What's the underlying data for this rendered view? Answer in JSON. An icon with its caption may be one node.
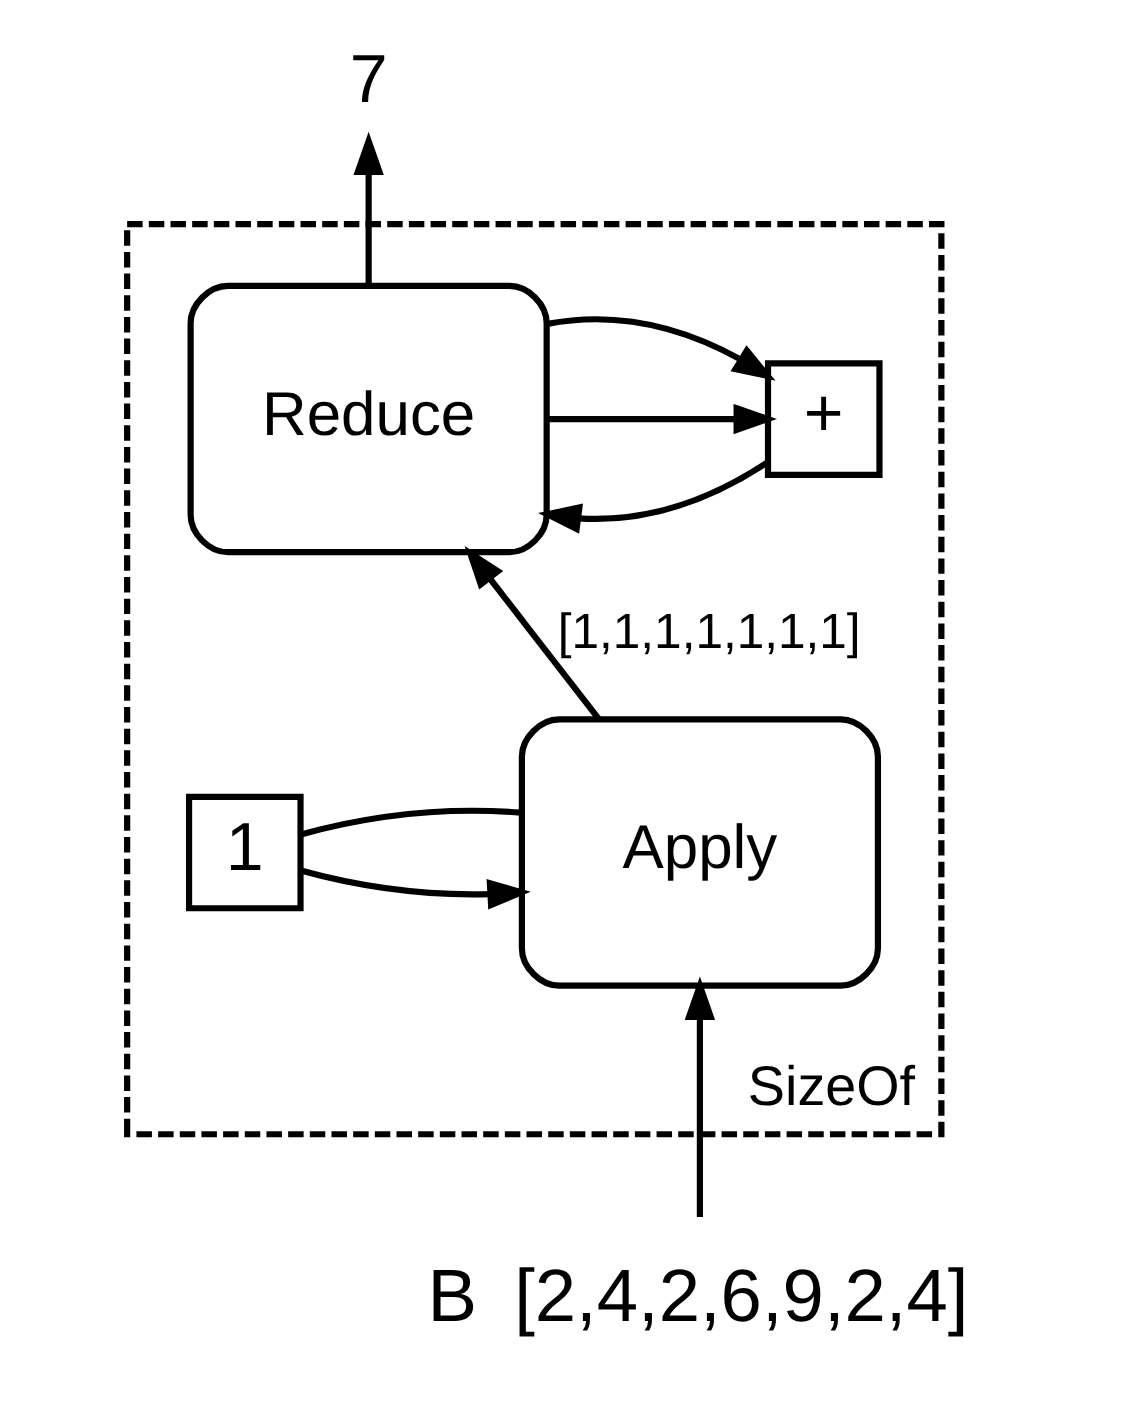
{
  "diagram": {
    "nodes": [
      {
        "text": [
          "SizeOf"
        ]
      },
      {
        "text": [
          "Reduce"
        ],
        "in": 0
      },
      {
        "text": [
          "+"
        ],
        "in": 0
      },
      {
        "text": [
          "Apply"
        ],
        "in": 0
      },
      {
        "text": [
          "1"
        ],
        "in": 0
      },
      {
        "text": [
          "7"
        ]
      },
      {
        "text": [
          "B"
        ],
        "beside": [
          "[2,4,2,6,9,2,4]"
        ]
      }
    ],
    "edges": [
      {
        "from": 6,
        "to": 3,
        "arrow": "to"
      },
      {
        "from": 3,
        "to": 1,
        "arrow": "to",
        "label": "[1,1,1,1,1,1,1]"
      },
      {
        "from": 1,
        "to": 5,
        "arrow": "to"
      },
      {
        "from": 3,
        "to": 4,
        "arrow": "none"
      },
      {
        "from": 4,
        "to": 3,
        "arrow": "to"
      },
      {
        "from": 1,
        "to": 2,
        "arrow": "to"
      },
      {
        "from": 1,
        "to": 2,
        "arrow": "to"
      },
      {
        "from": 2,
        "to": 1,
        "arrow": "to"
      }
    ]
  }
}
